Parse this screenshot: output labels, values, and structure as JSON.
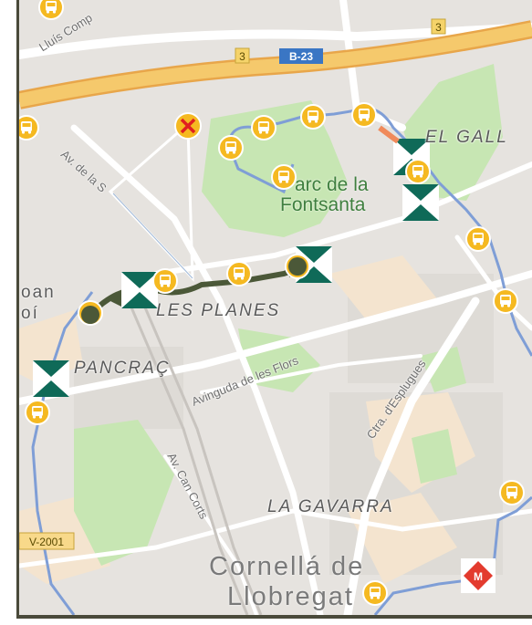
{
  "map": {
    "district_labels": {
      "el_gall": "EL GALL",
      "les_planes": "LES PLANES",
      "pancrac": "PANCRAÇ",
      "la_gavarra": "LA GAVARRA",
      "sant_joan_fragment_1": "oan",
      "sant_joan_fragment_2": "oí"
    },
    "park_label": {
      "line1": "arc de la",
      "line2": "Fontsanta"
    },
    "city_label": {
      "line1": "Cornellá de",
      "line2": "Llobregat"
    },
    "street_labels": {
      "lluis_companys": "Lluís Comp",
      "av_de_la": "Av. de la S",
      "avinguda_flors": "Avinguda de les Flors",
      "ctra_esplugues": "Ctra. d'Esplugues",
      "av_can_corts": "Av. Can Corts"
    },
    "road_badges": {
      "b23": "B-23",
      "num_3_a": "3",
      "num_3_b": "3",
      "v2001": "V-2001"
    },
    "metro_label": "M",
    "colors": {
      "water_bg": "#e6e3df",
      "park": "#c7e6b3",
      "highway": "#f2bc52",
      "bus_route": "#7f9ed6",
      "bus_marker": "#f5b921",
      "route_dark": "#4b5838",
      "tram_teal": "#0f6a58",
      "metro_red": "#e33b2e"
    },
    "icons": [
      "bus-stop-icon",
      "tram-stop-icon",
      "metro-icon",
      "destination-x-icon"
    ]
  }
}
